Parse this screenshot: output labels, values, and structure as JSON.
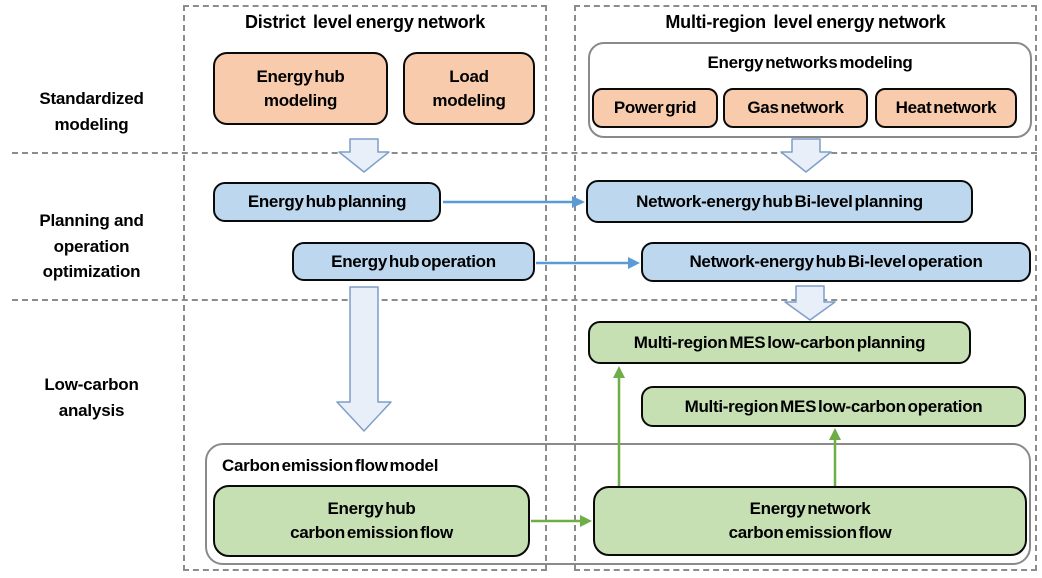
{
  "titles": {
    "district": "District  level energy network",
    "multiregion": "Multi-region  level energy network"
  },
  "row_labels": {
    "standardized": "Standardized\nmodeling",
    "planning": "Planning and\noperation\noptimization",
    "low_carbon": "Low-carbon\nanalysis"
  },
  "standardized": {
    "energy_hub_modeling": "Energy hub\nmodeling",
    "load_modeling": "Load\nmodeling",
    "energy_networks_modeling": "Energy networks modeling",
    "power_grid": "Power grid",
    "gas_network": "Gas network",
    "heat_network": "Heat network"
  },
  "planning": {
    "energy_hub_planning": "Energy hub planning",
    "energy_hub_operation": "Energy hub operation",
    "bilevel_planning": "Network-energy hub Bi-level planning",
    "bilevel_operation": "Network-energy hub Bi-level operation"
  },
  "low_carbon": {
    "mes_planning": "Multi-region MES low-carbon planning",
    "mes_operation": "Multi-region MES low-carbon operation",
    "carbon_model_label": "Carbon emission flow model",
    "energy_hub_cef": "Energy hub\ncarbon emission flow",
    "energy_network_cef": "Energy network\ncarbon emission flow"
  },
  "colors": {
    "modeling_fill": "#F8CBAD",
    "optimization_fill": "#BDD7EE",
    "low_carbon_fill": "#C6E0B4",
    "box_border": "#0A0A0A",
    "hollow_arrow_fill": "#E8EFF8",
    "hollow_arrow_stroke": "#7F9EC8",
    "flow_arrow_blue": "#5B9BD5",
    "flow_arrow_green": "#6FAD47",
    "dashed_border": "#8C8C8C",
    "container_border": "#8A8A8A"
  }
}
